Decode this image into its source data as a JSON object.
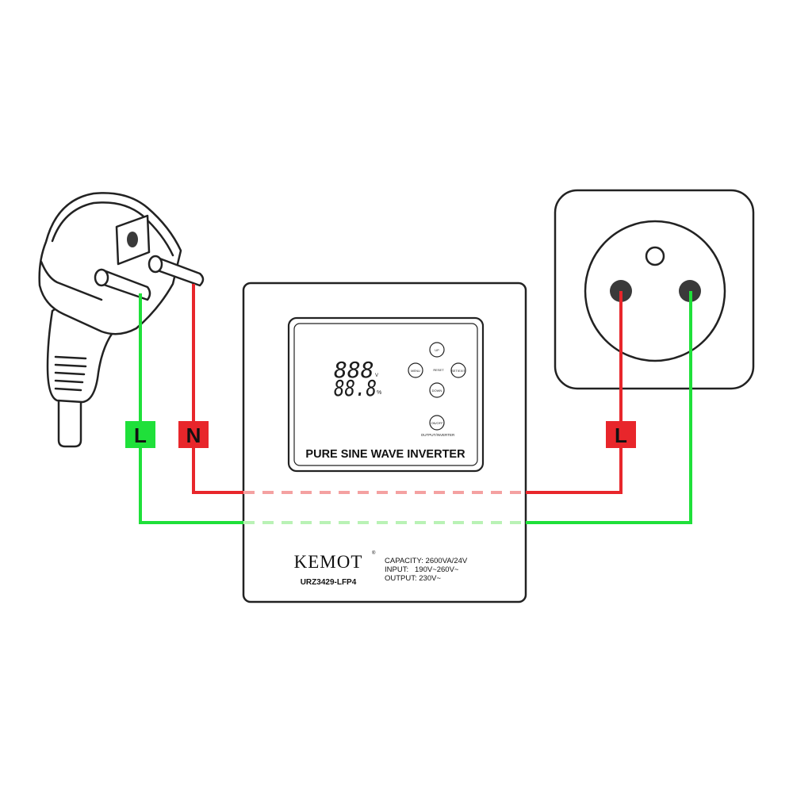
{
  "colors": {
    "live": "#1fe03a",
    "neutral": "#e8262b",
    "live_faded": "#b9f2b5",
    "neutral_faded": "#f4a1a1",
    "outline": "#222222",
    "pin": "#3a3a3a"
  },
  "labels": {
    "plug_live": "L",
    "plug_neutral": "N",
    "socket_live": "L"
  },
  "inverter": {
    "display": {
      "voltage_digits": "888",
      "voltage_unit": "V",
      "percent_digits": "88.8",
      "percent_unit": "%",
      "buttons": {
        "up": "UP",
        "menu": "MENU",
        "reset": "RESET",
        "set_exit": "SET/EXIT",
        "down": "DOWN",
        "onoff": "ON/OFF",
        "output_inverter": "OUTPUT/INVERTER"
      },
      "title": "PURE SINE WAVE INVERTER"
    },
    "brand": "KEMOT",
    "trademark": "®",
    "model": "URZ3429-LFP4",
    "specs": {
      "capacity": "CAPACITY: 2600VA/24V",
      "input": "INPUT:   190V~260V~",
      "output": "OUTPUT: 230V~"
    }
  }
}
